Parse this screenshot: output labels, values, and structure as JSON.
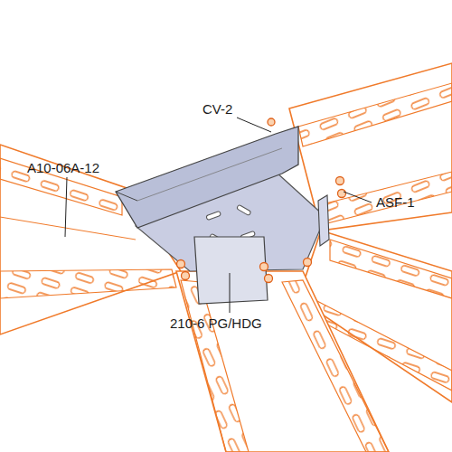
{
  "diagram": {
    "labels": [
      "CV-2",
      "A10-06A-12",
      "ASF-1",
      "210-6 PG/HDG"
    ]
  }
}
